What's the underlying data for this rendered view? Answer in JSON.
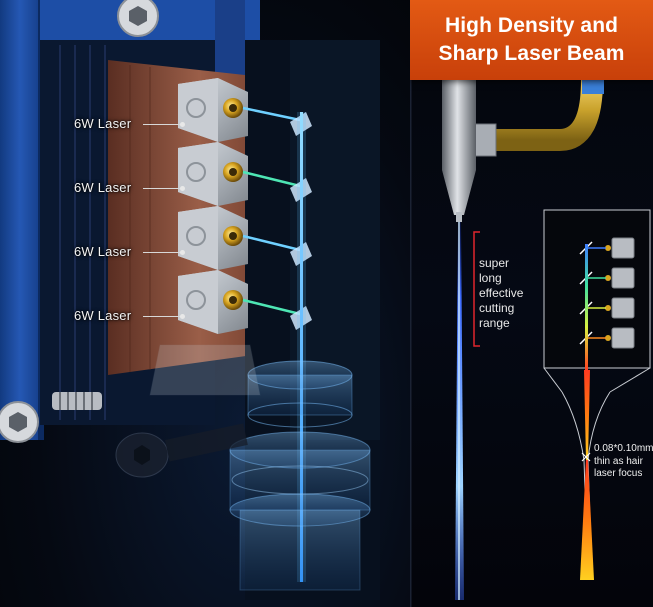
{
  "headline": {
    "line1": "High Density and",
    "line2": "Sharp Laser Beam"
  },
  "lasers": [
    {
      "label": "6W Laser"
    },
    {
      "label": "6W Laser"
    },
    {
      "label": "6W Laser"
    },
    {
      "label": "6W Laser"
    }
  ],
  "range_note": {
    "line1": "super",
    "line2": "long",
    "line3": "effective",
    "line4": "cutting",
    "line5": "range"
  },
  "focus_note": {
    "line1": "0.08*0.10mm",
    "line2": "thin as hair",
    "line3": "laser focus"
  },
  "colors": {
    "accent_orange": "#e35a14",
    "housing_blue": "#1f4fa3",
    "copper": "#b5745a",
    "beam_blue": "#49b6ff",
    "beam_green": "#3fe0a0"
  },
  "icons": [
    "hex-screw-icon",
    "laser-diode-icon",
    "spiral-logo-icon",
    "focus-cross-icon"
  ]
}
